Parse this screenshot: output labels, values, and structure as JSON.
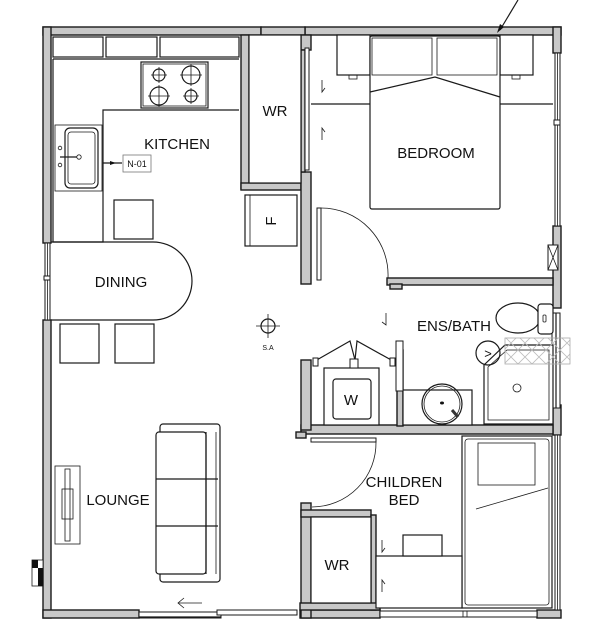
{
  "plan": {
    "rooms": {
      "kitchen": "KITCHEN",
      "dining": "DINING",
      "lounge": "LOUNGE",
      "wr_top": "WR",
      "fridge": "F",
      "bedroom": "BEDROOM",
      "ens_bath": "ENS/BATH",
      "laundry": "W",
      "children_bed_line1": "CHILDREN",
      "children_bed_line2": "BED",
      "wr_bottom": "WR"
    },
    "annotations": {
      "sink_tag": "N-01",
      "smoke_alarm": "S.A",
      "vent_symbol": ">"
    },
    "icons": {
      "entry_arrow": "arrow-left",
      "north_pointer": "arrow-down-left"
    },
    "colors": {
      "wall_fill": "#c8c8c8",
      "line": "#1a1a1a",
      "background": "#ffffff"
    }
  }
}
